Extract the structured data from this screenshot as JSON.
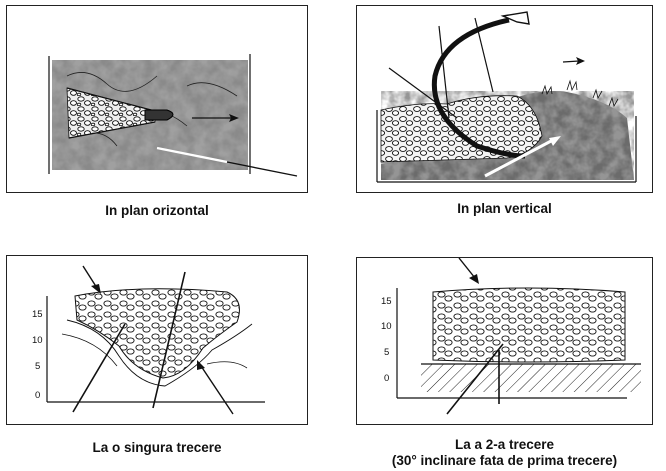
{
  "panels": [
    {
      "caption": "In plan orizontal"
    },
    {
      "caption": "In plan vertical"
    },
    {
      "caption": "La o singura trecere",
      "y_ticks": [
        "15",
        "10",
        "5",
        "0"
      ]
    },
    {
      "caption_line1": "La a 2-a trecere",
      "caption_line2": "(30° inclinare fata de prima trecere)",
      "y_ticks": [
        "15",
        "10",
        "5",
        "0"
      ]
    }
  ]
}
